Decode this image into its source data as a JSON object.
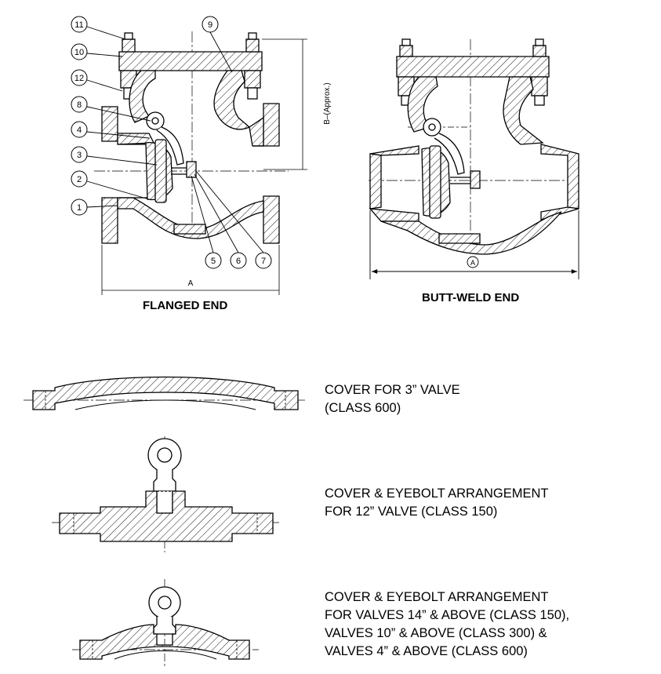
{
  "callouts": [
    "1",
    "2",
    "3",
    "4",
    "5",
    "6",
    "7",
    "8",
    "9",
    "10",
    "11",
    "12"
  ],
  "flanged": {
    "title": "FLANGED END",
    "dim_a": "A",
    "dim_b": "B–(Approx.)"
  },
  "buttweld": {
    "title": "BUTT-WELD END",
    "dim_a": "A"
  },
  "covers": [
    {
      "lines": [
        "COVER FOR 3” VALVE",
        "(CLASS 600)"
      ]
    },
    {
      "lines": [
        "COVER & EYEBOLT ARRANGEMENT",
        "FOR 12” VALVE (CLASS 150)"
      ]
    },
    {
      "lines": [
        "COVER & EYEBOLT ARRANGEMENT",
        "FOR VALVES 14” & ABOVE (CLASS 150),",
        "VALVES 10” & ABOVE (CLASS 300) &",
        "VALVES 4” & ABOVE (CLASS 600)"
      ]
    }
  ]
}
